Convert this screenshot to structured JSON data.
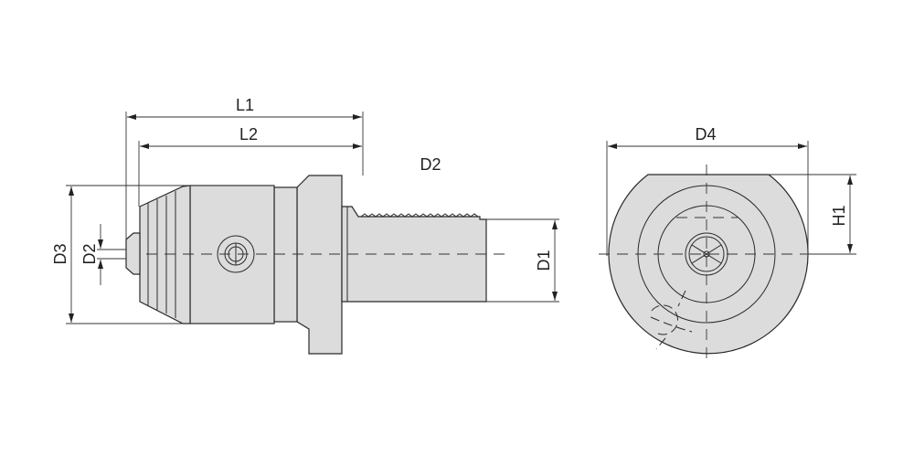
{
  "drawing": {
    "labels": {
      "L1": "L1",
      "L2": "L2",
      "D2_note": "D2",
      "D3": "D3",
      "D2": "D2",
      "D1": "D1",
      "D4": "D4",
      "H1": "H1"
    },
    "colors": {
      "fill": "#dcdcdc",
      "stroke": "#2a2a2a"
    }
  }
}
